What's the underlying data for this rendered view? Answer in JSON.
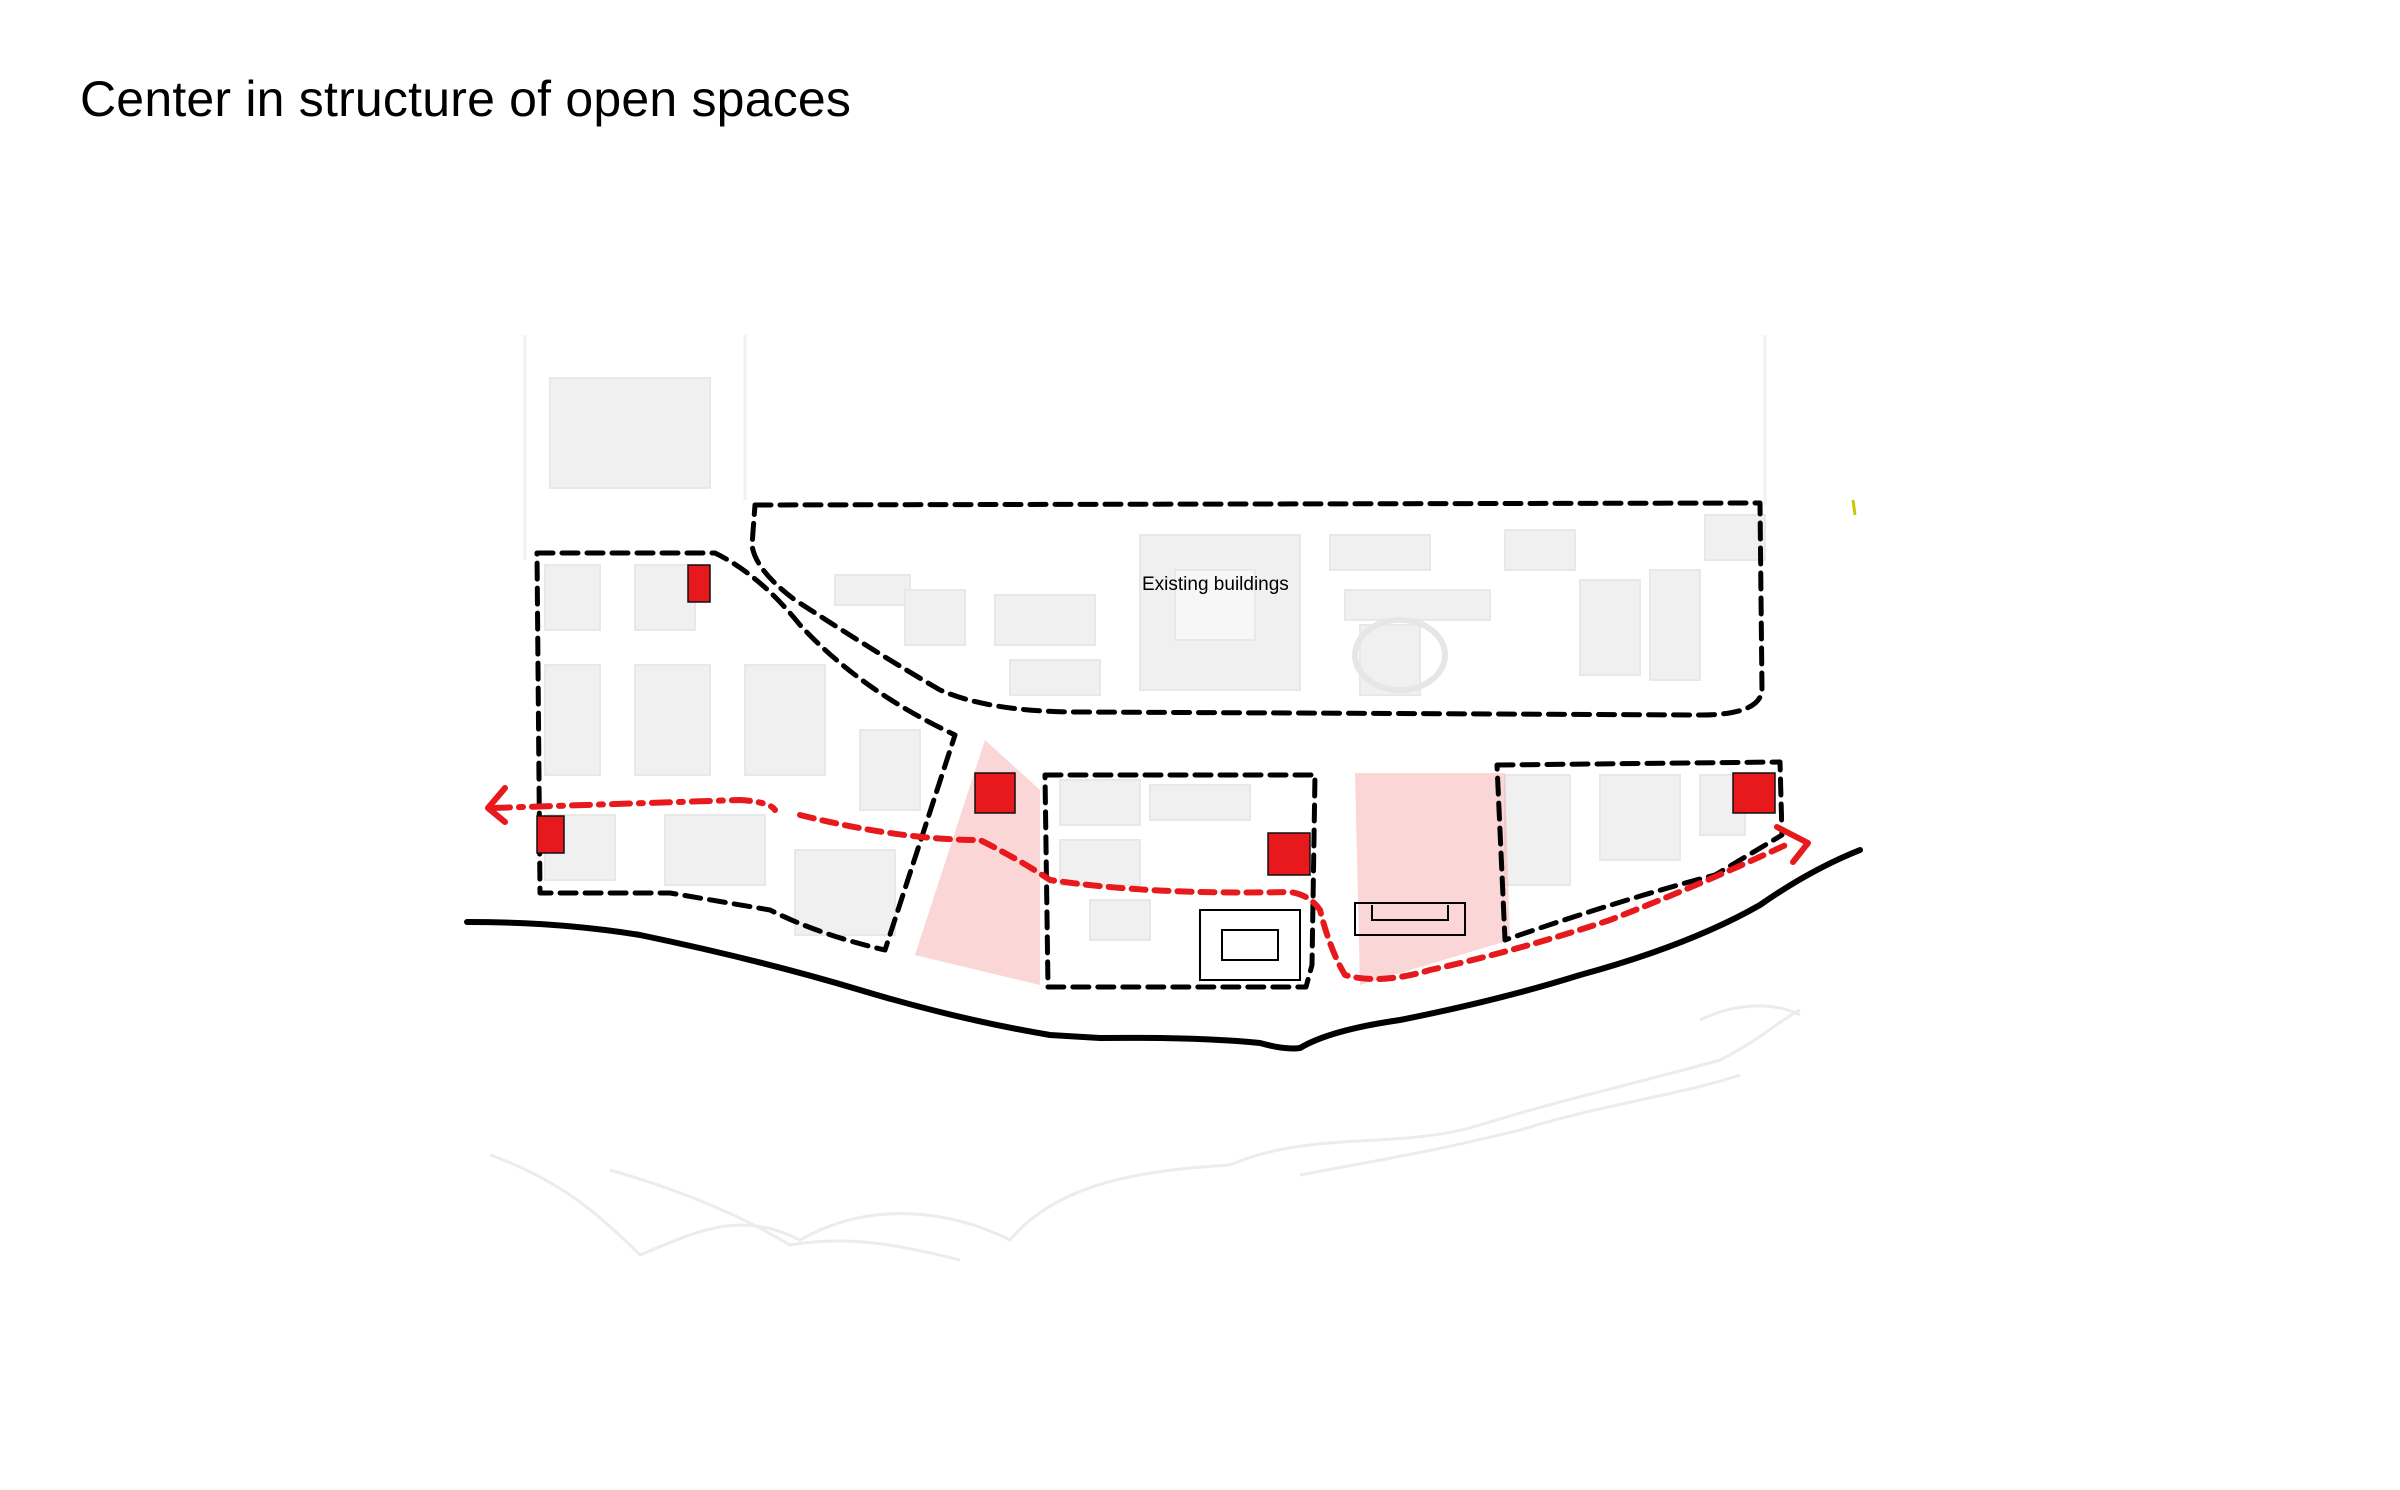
{
  "page": {
    "title": "Center in structure of open spaces"
  },
  "plan": {
    "labels": {
      "existing_buildings": "Existing buildings"
    },
    "colors": {
      "accent": "#e8191c",
      "accent_zone": "#f4a3a3",
      "boundary": "#000000",
      "background_buildings": "#efefef",
      "water_outline": "#ededed"
    },
    "icons": {
      "route_start": "arrowhead-left-icon",
      "route_end": "arrowhead-right-icon",
      "center_marker": "red-square-marker"
    }
  }
}
